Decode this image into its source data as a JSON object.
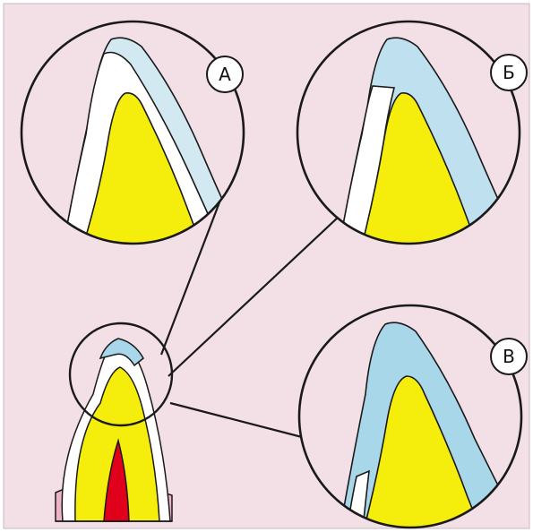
{
  "figure": {
    "labels": {
      "a": "А",
      "b": "Б",
      "v": "В"
    },
    "colors": {
      "background": "#f3dfe6",
      "dentin": "#f5ee0d",
      "enamel": "#ffffff",
      "veneer_light": "#d3e9f2",
      "veneer": "#a9d7ea",
      "pulp": "#e0001b",
      "gum": "#eeb3c8",
      "outline": "#1a1a1a"
    }
  }
}
